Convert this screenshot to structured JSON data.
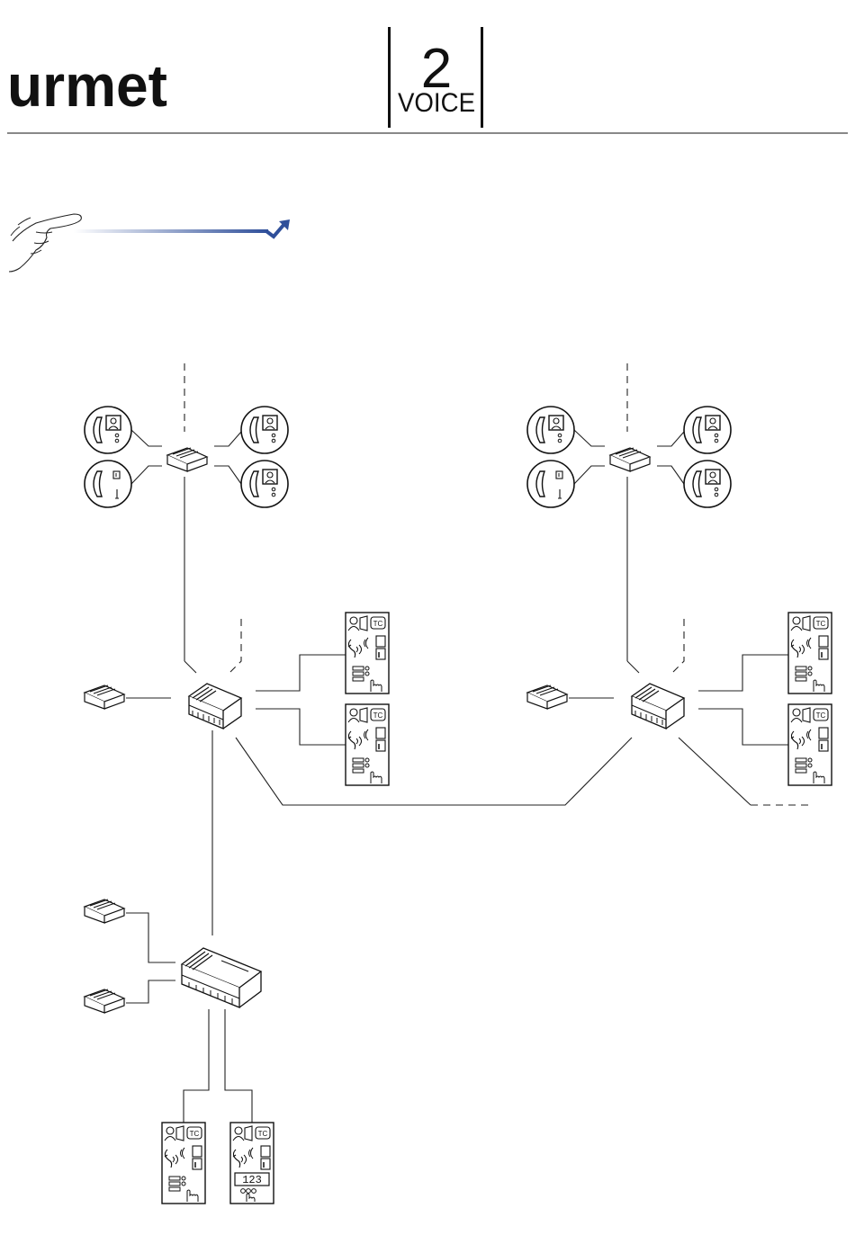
{
  "header": {
    "brand": "urmet",
    "product_top": "2",
    "product_bottom": "VOICE"
  },
  "panel": {
    "tc_badge": "TC",
    "digits": "123"
  },
  "icons": {
    "pointer": "pointing-hand-icon",
    "arrow": "arrow-zigzag-icon",
    "phone_video": "videophone-icon",
    "phone_audio": "audio-intercom-icon",
    "module": "din-module-icon",
    "panel": "entrance-panel-icon"
  },
  "colors": {
    "line": "#222222",
    "arrow_blue": "#2f4f9a"
  }
}
